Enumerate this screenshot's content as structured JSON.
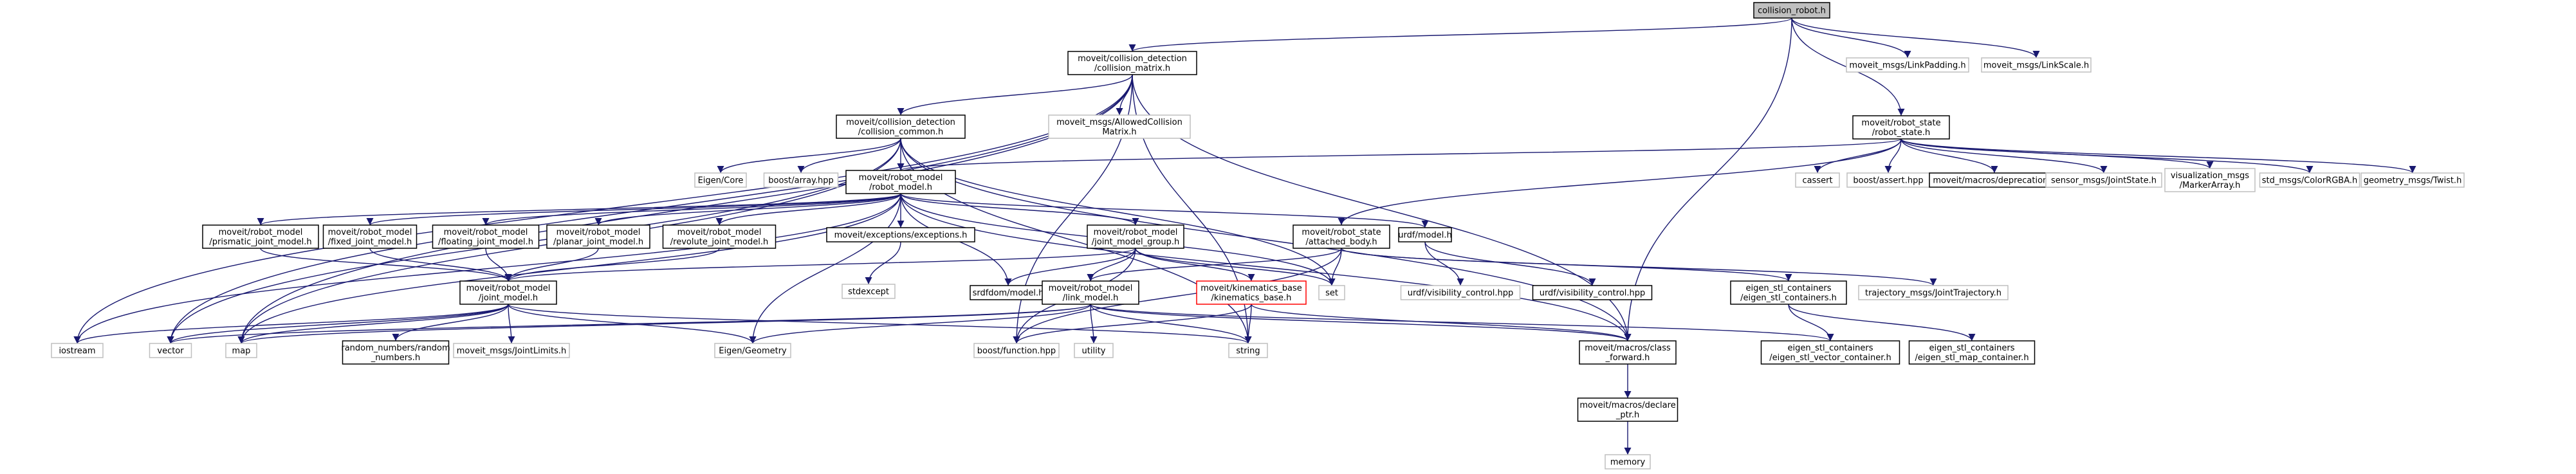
{
  "diagram": {
    "nodes": [
      {
        "id": "collision_robot",
        "lines": [
          "collision_robot.h"
        ],
        "style": "root"
      },
      {
        "id": "collision_matrix",
        "lines": [
          "moveit/collision_detection",
          "/collision_matrix.h"
        ],
        "style": "normal"
      },
      {
        "id": "link_padding",
        "lines": [
          "moveit_msgs/LinkPadding.h"
        ],
        "style": "gray"
      },
      {
        "id": "link_scale",
        "lines": [
          "moveit_msgs/LinkScale.h"
        ],
        "style": "gray"
      },
      {
        "id": "robot_state",
        "lines": [
          "moveit/robot_state",
          "/robot_state.h"
        ],
        "style": "normal"
      },
      {
        "id": "collision_common",
        "lines": [
          "moveit/collision_detection",
          "/collision_common.h"
        ],
        "style": "normal"
      },
      {
        "id": "allowed_collision",
        "lines": [
          "moveit_msgs/AllowedCollision",
          "Matrix.h"
        ],
        "style": "gray"
      },
      {
        "id": "robot_model",
        "lines": [
          "moveit/robot_model",
          "/robot_model.h"
        ],
        "style": "normal"
      },
      {
        "id": "eigen_core",
        "lines": [
          "Eigen/Core"
        ],
        "style": "gray"
      },
      {
        "id": "boost_array",
        "lines": [
          "boost/array.hpp"
        ],
        "style": "gray"
      },
      {
        "id": "cassert",
        "lines": [
          "cassert"
        ],
        "style": "gray"
      },
      {
        "id": "boost_assert",
        "lines": [
          "boost/assert.hpp"
        ],
        "style": "gray"
      },
      {
        "id": "deprecation",
        "lines": [
          "moveit/macros/deprecation.h"
        ],
        "style": "normal"
      },
      {
        "id": "joint_state",
        "lines": [
          "sensor_msgs/JointState.h"
        ],
        "style": "gray"
      },
      {
        "id": "marker_array",
        "lines": [
          "visualization_msgs",
          "/MarkerArray.h"
        ],
        "style": "gray"
      },
      {
        "id": "color_rgba",
        "lines": [
          "std_msgs/ColorRGBA.h"
        ],
        "style": "gray"
      },
      {
        "id": "twist",
        "lines": [
          "geometry_msgs/Twist.h"
        ],
        "style": "gray"
      },
      {
        "id": "prismatic",
        "lines": [
          "moveit/robot_model",
          "/prismatic_joint_model.h"
        ],
        "style": "normal"
      },
      {
        "id": "fixed",
        "lines": [
          "moveit/robot_model",
          "/fixed_joint_model.h"
        ],
        "style": "normal"
      },
      {
        "id": "floating",
        "lines": [
          "moveit/robot_model",
          "/floating_joint_model.h"
        ],
        "style": "normal"
      },
      {
        "id": "planar",
        "lines": [
          "moveit/robot_model",
          "/planar_joint_model.h"
        ],
        "style": "normal"
      },
      {
        "id": "revolute",
        "lines": [
          "moveit/robot_model",
          "/revolute_joint_model.h"
        ],
        "style": "normal"
      },
      {
        "id": "exceptions",
        "lines": [
          "moveit/exceptions/exceptions.h"
        ],
        "style": "normal"
      },
      {
        "id": "joint_model_group",
        "lines": [
          "moveit/robot_model",
          "/joint_model_group.h"
        ],
        "style": "normal"
      },
      {
        "id": "attached_body",
        "lines": [
          "moveit/robot_state",
          "/attached_body.h"
        ],
        "style": "normal"
      },
      {
        "id": "urdf_model",
        "lines": [
          "urdf/model.h"
        ],
        "style": "normal"
      },
      {
        "id": "joint_model",
        "lines": [
          "moveit/robot_model",
          "/joint_model.h"
        ],
        "style": "normal"
      },
      {
        "id": "stdexcept",
        "lines": [
          "stdexcept"
        ],
        "style": "gray"
      },
      {
        "id": "srdfdom",
        "lines": [
          "srdfdom/model.h"
        ],
        "style": "normal"
      },
      {
        "id": "link_model",
        "lines": [
          "moveit/robot_model",
          "/link_model.h"
        ],
        "style": "normal"
      },
      {
        "id": "kinematics_base",
        "lines": [
          "moveit/kinematics_base",
          "/kinematics_base.h"
        ],
        "style": "red"
      },
      {
        "id": "set",
        "lines": [
          "set"
        ],
        "style": "gray"
      },
      {
        "id": "urdf_vis1",
        "lines": [
          "urdf/visibility_control.hpp"
        ],
        "style": "gray"
      },
      {
        "id": "urdf_vis2",
        "lines": [
          "urdf/visibility_control.hpp"
        ],
        "style": "normal"
      },
      {
        "id": "eigen_stl_containers",
        "lines": [
          "eigen_stl_containers",
          "/eigen_stl_containers.h"
        ],
        "style": "normal"
      },
      {
        "id": "joint_trajectory",
        "lines": [
          "trajectory_msgs/JointTrajectory.h"
        ],
        "style": "gray"
      },
      {
        "id": "iostream",
        "lines": [
          "iostream"
        ],
        "style": "gray"
      },
      {
        "id": "vector",
        "lines": [
          "vector"
        ],
        "style": "gray"
      },
      {
        "id": "map",
        "lines": [
          "map"
        ],
        "style": "gray"
      },
      {
        "id": "random_numbers",
        "lines": [
          "random_numbers/random",
          "_numbers.h"
        ],
        "style": "normal"
      },
      {
        "id": "joint_limits",
        "lines": [
          "moveit_msgs/JointLimits.h"
        ],
        "style": "gray"
      },
      {
        "id": "eigen_geometry",
        "lines": [
          "Eigen/Geometry"
        ],
        "style": "gray"
      },
      {
        "id": "boost_function",
        "lines": [
          "boost/function.hpp"
        ],
        "style": "gray"
      },
      {
        "id": "utility",
        "lines": [
          "utility"
        ],
        "style": "gray"
      },
      {
        "id": "string",
        "lines": [
          "string"
        ],
        "style": "gray"
      },
      {
        "id": "class_forward",
        "lines": [
          "moveit/macros/class",
          "_forward.h"
        ],
        "style": "normal"
      },
      {
        "id": "vector_container",
        "lines": [
          "eigen_stl_containers",
          "/eigen_stl_vector_container.h"
        ],
        "style": "normal"
      },
      {
        "id": "map_container",
        "lines": [
          "eigen_stl_containers",
          "/eigen_stl_map_container.h"
        ],
        "style": "normal"
      },
      {
        "id": "declare_ptr",
        "lines": [
          "moveit/macros/declare",
          "_ptr.h"
        ],
        "style": "normal"
      },
      {
        "id": "memory",
        "lines": [
          "memory"
        ],
        "style": "gray"
      }
    ],
    "edges": [
      [
        "collision_robot",
        "collision_matrix"
      ],
      [
        "collision_robot",
        "link_padding"
      ],
      [
        "collision_robot",
        "link_scale"
      ],
      [
        "collision_robot",
        "robot_state"
      ],
      [
        "collision_robot",
        "class_forward"
      ],
      [
        "collision_matrix",
        "collision_common"
      ],
      [
        "collision_matrix",
        "allowed_collision"
      ],
      [
        "collision_matrix",
        "boost_function"
      ],
      [
        "collision_matrix",
        "iostream"
      ],
      [
        "collision_matrix",
        "vector"
      ],
      [
        "collision_matrix",
        "string"
      ],
      [
        "collision_matrix",
        "map"
      ],
      [
        "collision_matrix",
        "class_forward"
      ],
      [
        "collision_common",
        "robot_model"
      ],
      [
        "collision_common",
        "eigen_core"
      ],
      [
        "collision_common",
        "boost_array"
      ],
      [
        "collision_common",
        "set"
      ],
      [
        "collision_common",
        "vector"
      ],
      [
        "collision_common",
        "map"
      ],
      [
        "collision_common",
        "string"
      ],
      [
        "collision_common",
        "class_forward"
      ],
      [
        "robot_state",
        "robot_model"
      ],
      [
        "robot_state",
        "attached_body"
      ],
      [
        "robot_state",
        "cassert"
      ],
      [
        "robot_state",
        "boost_assert"
      ],
      [
        "robot_state",
        "deprecation"
      ],
      [
        "robot_state",
        "joint_state"
      ],
      [
        "robot_state",
        "marker_array"
      ],
      [
        "robot_state",
        "color_rgba"
      ],
      [
        "robot_state",
        "twist"
      ],
      [
        "robot_model",
        "prismatic"
      ],
      [
        "robot_model",
        "fixed"
      ],
      [
        "robot_model",
        "floating"
      ],
      [
        "robot_model",
        "planar"
      ],
      [
        "robot_model",
        "revolute"
      ],
      [
        "robot_model",
        "exceptions"
      ],
      [
        "robot_model",
        "joint_model_group"
      ],
      [
        "robot_model",
        "urdf_model"
      ],
      [
        "robot_model",
        "srdfdom"
      ],
      [
        "robot_model",
        "eigen_geometry"
      ],
      [
        "robot_model",
        "iostream"
      ],
      [
        "robot_model",
        "set"
      ],
      [
        "robot_model",
        "map"
      ],
      [
        "robot_model",
        "class_forward"
      ],
      [
        "prismatic",
        "joint_model"
      ],
      [
        "fixed",
        "joint_model"
      ],
      [
        "floating",
        "joint_model"
      ],
      [
        "planar",
        "joint_model"
      ],
      [
        "revolute",
        "joint_model"
      ],
      [
        "exceptions",
        "stdexcept"
      ],
      [
        "joint_model_group",
        "joint_model"
      ],
      [
        "joint_model_group",
        "link_model"
      ],
      [
        "joint_model_group",
        "kinematics_base"
      ],
      [
        "joint_model_group",
        "srdfdom"
      ],
      [
        "joint_model_group",
        "boost_function"
      ],
      [
        "joint_model_group",
        "set"
      ],
      [
        "attached_body",
        "link_model"
      ],
      [
        "attached_body",
        "eigen_stl_containers"
      ],
      [
        "attached_body",
        "joint_trajectory"
      ],
      [
        "attached_body",
        "set"
      ],
      [
        "attached_body",
        "boost_function"
      ],
      [
        "urdf_model",
        "urdf_vis1"
      ],
      [
        "urdf_model",
        "urdf_vis2"
      ],
      [
        "joint_model",
        "random_numbers"
      ],
      [
        "joint_model",
        "joint_limits"
      ],
      [
        "joint_model",
        "eigen_geometry"
      ],
      [
        "joint_model",
        "iostream"
      ],
      [
        "joint_model",
        "vector"
      ],
      [
        "joint_model",
        "map"
      ],
      [
        "joint_model",
        "string"
      ],
      [
        "link_model",
        "eigen_geometry"
      ],
      [
        "link_model",
        "utility"
      ],
      [
        "link_model",
        "string"
      ],
      [
        "link_model",
        "vector"
      ],
      [
        "link_model",
        "map"
      ],
      [
        "link_model",
        "vector_container"
      ],
      [
        "link_model",
        "class_forward"
      ],
      [
        "kinematics_base",
        "boost_function"
      ],
      [
        "kinematics_base",
        "string"
      ],
      [
        "kinematics_base",
        "class_forward"
      ],
      [
        "eigen_stl_containers",
        "vector_container"
      ],
      [
        "eigen_stl_containers",
        "map_container"
      ],
      [
        "class_forward",
        "declare_ptr"
      ],
      [
        "declare_ptr",
        "memory"
      ]
    ]
  }
}
